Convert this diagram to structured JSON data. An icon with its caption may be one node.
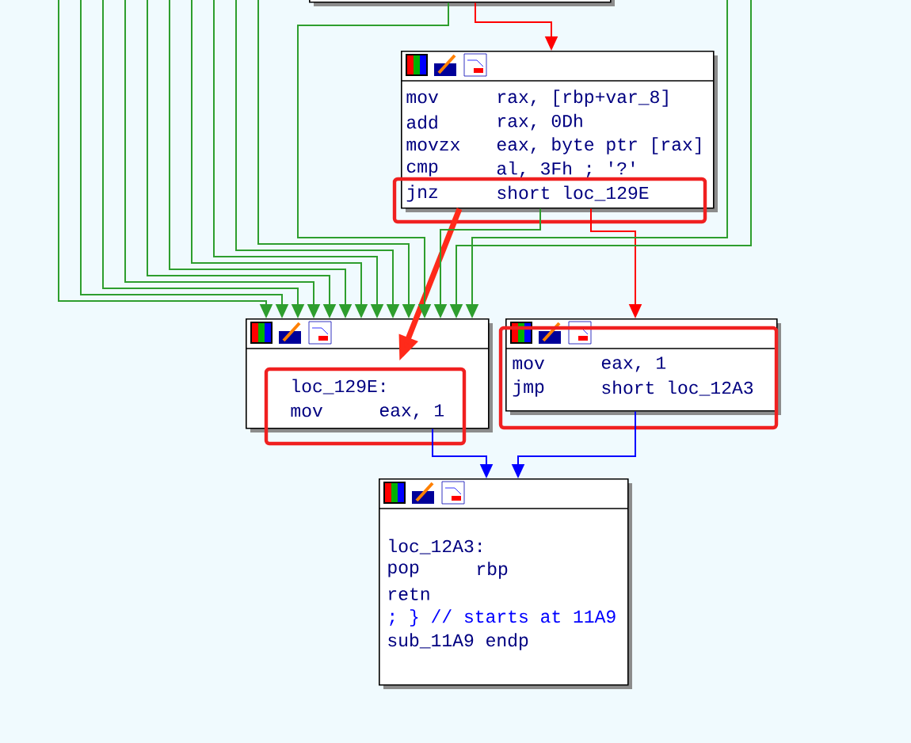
{
  "diagram": {
    "nodes": [
      {
        "text": [],
        "shape": "box"
      },
      {
        "text": [
          "mov",
          "rax, [rbp+var_8]",
          "add",
          "rax, 0Dh",
          "movzx",
          "eax, byte ptr [rax]",
          "cmp",
          "al, 3Fh ; '?'",
          "jnz",
          "short loc_129E"
        ]
      },
      {
        "text": [
          "loc_129E:",
          "mov",
          "eax, 1"
        ]
      },
      {
        "text": [
          "mov",
          "eax, 1",
          "jmp",
          "short loc_12A3"
        ]
      },
      {
        "text": [
          "loc_12A3:",
          "pop",
          "rbp",
          "retn",
          "; } // starts at 11A9",
          "sub_11A9 endp"
        ]
      }
    ],
    "edges": [
      {
        "from": 0,
        "to": 1,
        "arrow": "to",
        "color": "#ff0000"
      },
      {
        "from": 1,
        "to": 3,
        "arrow": "to",
        "color": "#ff0000"
      },
      {
        "from": 1,
        "to": 2,
        "arrow": "to",
        "style": "thick",
        "color": "#ff2a1a"
      },
      {
        "from": null,
        "to": 2,
        "arrow": "to"
      },
      {
        "from": null,
        "to": 2,
        "arrow": "to"
      },
      {
        "from": null,
        "to": 2,
        "arrow": "to"
      },
      {
        "from": null,
        "to": 2,
        "arrow": "to"
      },
      {
        "from": null,
        "to": 2,
        "arrow": "to"
      },
      {
        "from": null,
        "to": 2,
        "arrow": "to"
      },
      {
        "from": null,
        "to": 2,
        "arrow": "to"
      },
      {
        "from": null,
        "to": 2,
        "arrow": "to"
      },
      {
        "from": null,
        "to": 2,
        "arrow": "to"
      },
      {
        "from": null,
        "to": 2,
        "arrow": "to"
      },
      {
        "from": 0,
        "to": 2,
        "arrow": "to"
      },
      {
        "from": 1,
        "to": 2,
        "arrow": "to"
      },
      {
        "from": null,
        "to": 2,
        "arrow": "to"
      },
      {
        "from": null,
        "to": 2,
        "arrow": "to"
      },
      {
        "from": 2,
        "to": 4,
        "arrow": "to",
        "color": "#0000ff"
      },
      {
        "from": 3,
        "to": 4,
        "arrow": "to",
        "color": "#0000ff"
      }
    ]
  }
}
